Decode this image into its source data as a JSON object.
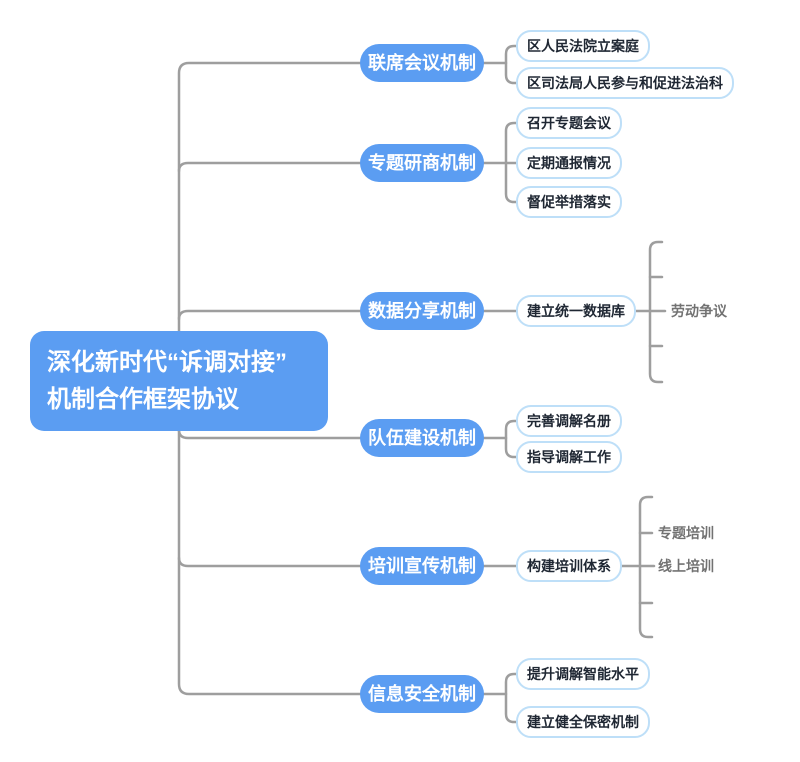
{
  "diagram": {
    "type": "mindmap",
    "title": "深化新时代“诉调对接”机制合作框架协议"
  },
  "colors": {
    "node_blue": "#5B9DF2",
    "node_text": "#FFFFFF",
    "child_border": "#BEDFF8",
    "child_bg": "#FFFFFF",
    "child_text": "#1F2733",
    "connector": "#9E9E9E",
    "ghost_text": "#3C3C3C",
    "canvas": "#FFFFFF"
  },
  "root": {
    "label": "深化新时代“诉调对接”\n机制合作框架协议"
  },
  "branches": [
    {
      "label": "联席会议机制",
      "children": [
        {
          "label": "区人民法院立案庭"
        },
        {
          "label": "区司法局人民参与和促进法治科"
        }
      ]
    },
    {
      "label": "专题研商机制",
      "children": [
        {
          "label": "召开专题会议"
        },
        {
          "label": "定期通报情况"
        },
        {
          "label": "督促举措落实"
        }
      ]
    },
    {
      "label": "数据分享机制",
      "children": [
        {
          "label": "建立统一数据库",
          "grandchildren": [
            {
              "label": ""
            },
            {
              "label": "劳动争议"
            },
            {
              "label": ""
            }
          ]
        }
      ]
    },
    {
      "label": "队伍建设机制",
      "children": [
        {
          "label": "完善调解名册"
        },
        {
          "label": "指导调解工作"
        }
      ]
    },
    {
      "label": "培训宣传机制",
      "children": [
        {
          "label": "构建培训体系",
          "grandchildren": [
            {
              "label": "专题培训"
            },
            {
              "label": "线上培训"
            },
            {
              "label": ""
            }
          ]
        }
      ]
    },
    {
      "label": "信息安全机制",
      "children": [
        {
          "label": "提升调解智能水平"
        },
        {
          "label": "建立健全保密机制"
        }
      ]
    }
  ]
}
